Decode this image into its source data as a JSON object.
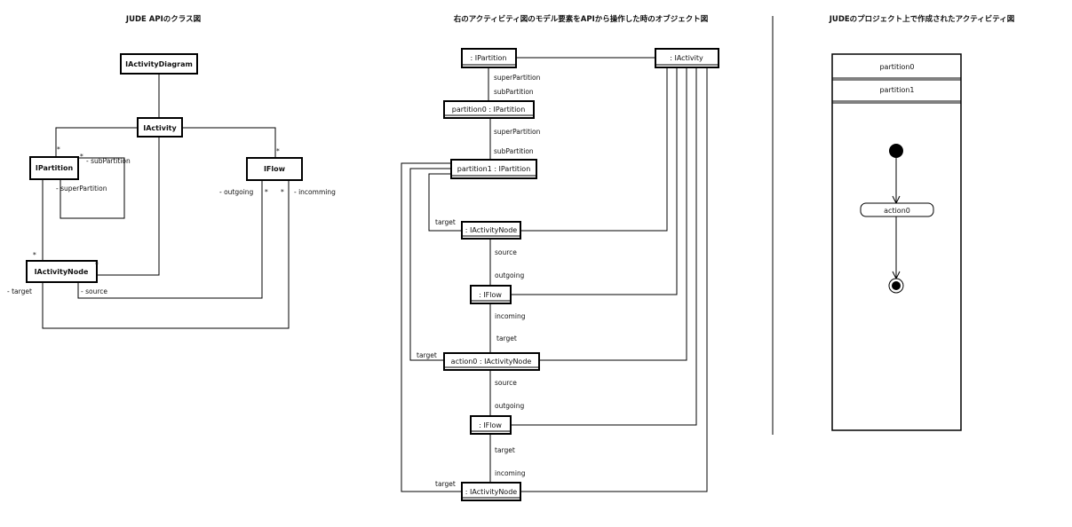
{
  "titles": {
    "class_diagram": "JUDE APIのクラス図",
    "object_diagram": "右のアクティビティ図のモデル要素をAPIから操作した時のオブジェクト図",
    "activity_diagram": "JUDEのプロジェクト上で作成されたアクティビティ図"
  },
  "class_diagram": {
    "classes": {
      "activity_diagram": "IActivityDiagram",
      "activity": "IActivity",
      "partition": "IPartition",
      "flow": "IFlow",
      "activity_node": "IActivityNode"
    },
    "labels": {
      "mult_partition": "*",
      "mult_flow": "*",
      "mult_sub": "*",
      "sub_partition": "- subPartition",
      "super_partition": "- superPartition",
      "mult_node_top": "*",
      "mult_node_right": "*",
      "outgoing": "- outgoing",
      "mult_outgoing": "*",
      "mult_incoming": "*",
      "incomming": "- incomming",
      "target": "- target",
      "source": "- source"
    }
  },
  "object_diagram": {
    "objects": {
      "partition_root": ": IPartition",
      "activity": ": IActivity",
      "partition0": "partition0 : IPartition",
      "partition1": "partition1 : IPartition",
      "node_initial": ": IActivityNode",
      "flow1": ": IFlow",
      "action0": "action0 : IActivityNode",
      "flow2": ": IFlow",
      "node_final": ": IActivityNode"
    },
    "labels": {
      "super_partition_1": "superPartition",
      "sub_partition_1": "subPartition",
      "super_partition_2": "superPartition",
      "sub_partition_2": "subPartition",
      "target_initial": "target",
      "source_1": "source",
      "outgoing_1": "outgoing",
      "incoming_1": "incoming",
      "target_1": "target",
      "target_action": "target",
      "source_2": "source",
      "outgoing_2": "outgoing",
      "target_2": "target",
      "incoming_2": "incoming",
      "target_final": "target"
    }
  },
  "activity_diagram": {
    "partition0": "partition0",
    "partition1": "partition1",
    "action": "action0"
  }
}
